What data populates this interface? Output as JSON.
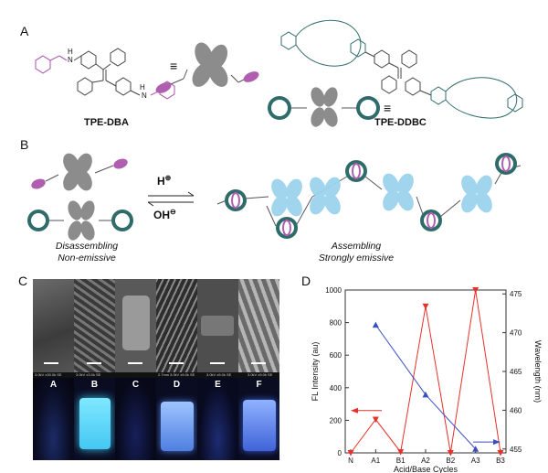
{
  "panels": {
    "a": {
      "letter": "A",
      "compound_left": "TPE-DBA",
      "compound_right": "TPE-DDBC",
      "equivalence_symbol": "≡",
      "amine_label": "H",
      "amine_label_n": "N"
    },
    "b": {
      "letter": "B",
      "acid": "H",
      "acid_sup": "⊕",
      "base": "OH",
      "base_sup": "⊖",
      "left_caption_line1": "Disassembling",
      "left_caption_line2": "Non-emissive",
      "right_caption_line1": "Assembling",
      "right_caption_line2": "Strongly emissive"
    },
    "c": {
      "letter": "C",
      "tiles": [
        "A",
        "B",
        "C",
        "D",
        "E",
        "F"
      ],
      "sem_strip_labels": [
        "3.0kV x30.0k SE",
        "3.0kV x3.0k SE",
        "2.7mm",
        "3.0kV x5.0k SE",
        "3.0kV x5.0k SE",
        "3.0kV x5.0k SE"
      ]
    },
    "d": {
      "letter": "D"
    }
  },
  "chart_data": {
    "type": "line",
    "categories": [
      "N",
      "A1",
      "B1",
      "A2",
      "B2",
      "A3",
      "B3"
    ],
    "series": [
      {
        "axis": "left",
        "color": "#e8302a",
        "marker": "triangle-down",
        "values": [
          0,
          205,
          5,
          900,
          0,
          1000,
          0
        ]
      },
      {
        "axis": "right",
        "color": "#3a4fc0",
        "marker": "triangle-up",
        "x": [
          "A1",
          "A2",
          "A3"
        ],
        "values": [
          471,
          462,
          455
        ]
      }
    ],
    "xlabel": "Acid/Base Cycles",
    "ylabel": "FL Intensity (au)",
    "ylabel_right": "Wavelength (nm)",
    "ylim": [
      0,
      1000
    ],
    "ylim_right": [
      454.5,
      475.5
    ],
    "yticks": [
      0,
      200,
      400,
      600,
      800,
      1000
    ],
    "yticks_right": [
      455,
      460,
      465,
      470,
      475
    ],
    "arrows": [
      "left-pointing red arrow near A1/B1",
      "right-pointing blue arrow near A3/B3"
    ]
  },
  "colors": {
    "magenta": "#b05fb0",
    "purple_line": "#8a5aa8",
    "teal": "#2f6b6a",
    "gray_petal": "#8c8c8c",
    "light_blue": "#9cd3ee",
    "red": "#e8302a",
    "blue": "#3a4fc0"
  }
}
